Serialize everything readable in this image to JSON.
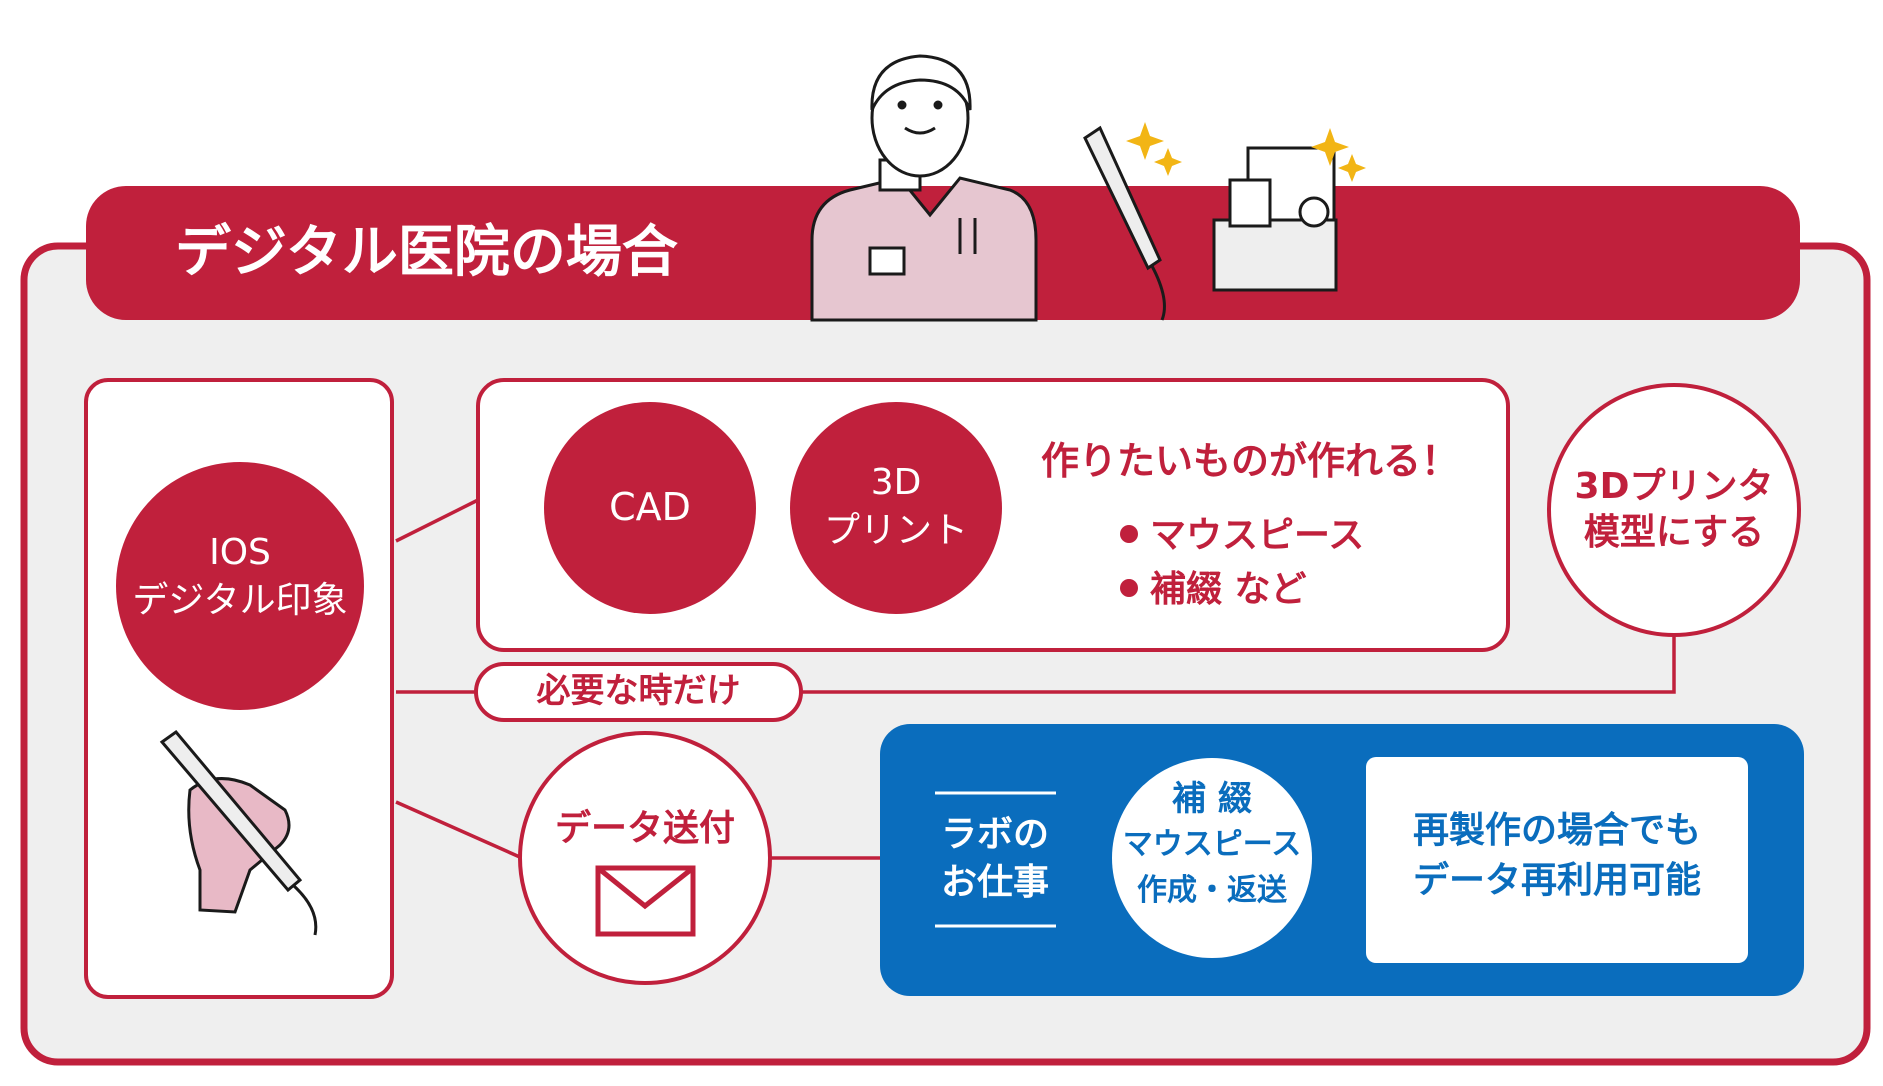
{
  "header": {
    "title": "デジタル医院の場合"
  },
  "ios_node": {
    "line1": "IOS",
    "line2": "デジタル印象"
  },
  "cad_node": {
    "label": "CAD"
  },
  "print_node": {
    "line1": "3D",
    "line2": "プリント"
  },
  "benefit": {
    "headline": "作りたいものが作れる！",
    "items": [
      "マウスピース",
      "補綴 など"
    ]
  },
  "model_node": {
    "line1": "3Dプリンタ",
    "line2": "模型にする"
  },
  "when_needed": {
    "label": "必要な時だけ"
  },
  "data_send": {
    "label": "データ送付"
  },
  "lab": {
    "title_line1": "ラボの",
    "title_line2": "お仕事",
    "circle_line1": "補 綴",
    "circle_line2": "マウスピース",
    "circle_line3": "作成・返送",
    "note_line1": "再製作の場合でも",
    "note_line2": "データ再利用可能"
  },
  "colors": {
    "brand_red": "#c0203c",
    "lab_blue": "#0a6dbd",
    "panel_gray": "#efefef"
  },
  "icons": [
    "doctor-illustration",
    "scanner-wand-icon",
    "3d-printer-icon",
    "sparkle-icon",
    "envelope-icon",
    "hand-scanner-icon"
  ]
}
